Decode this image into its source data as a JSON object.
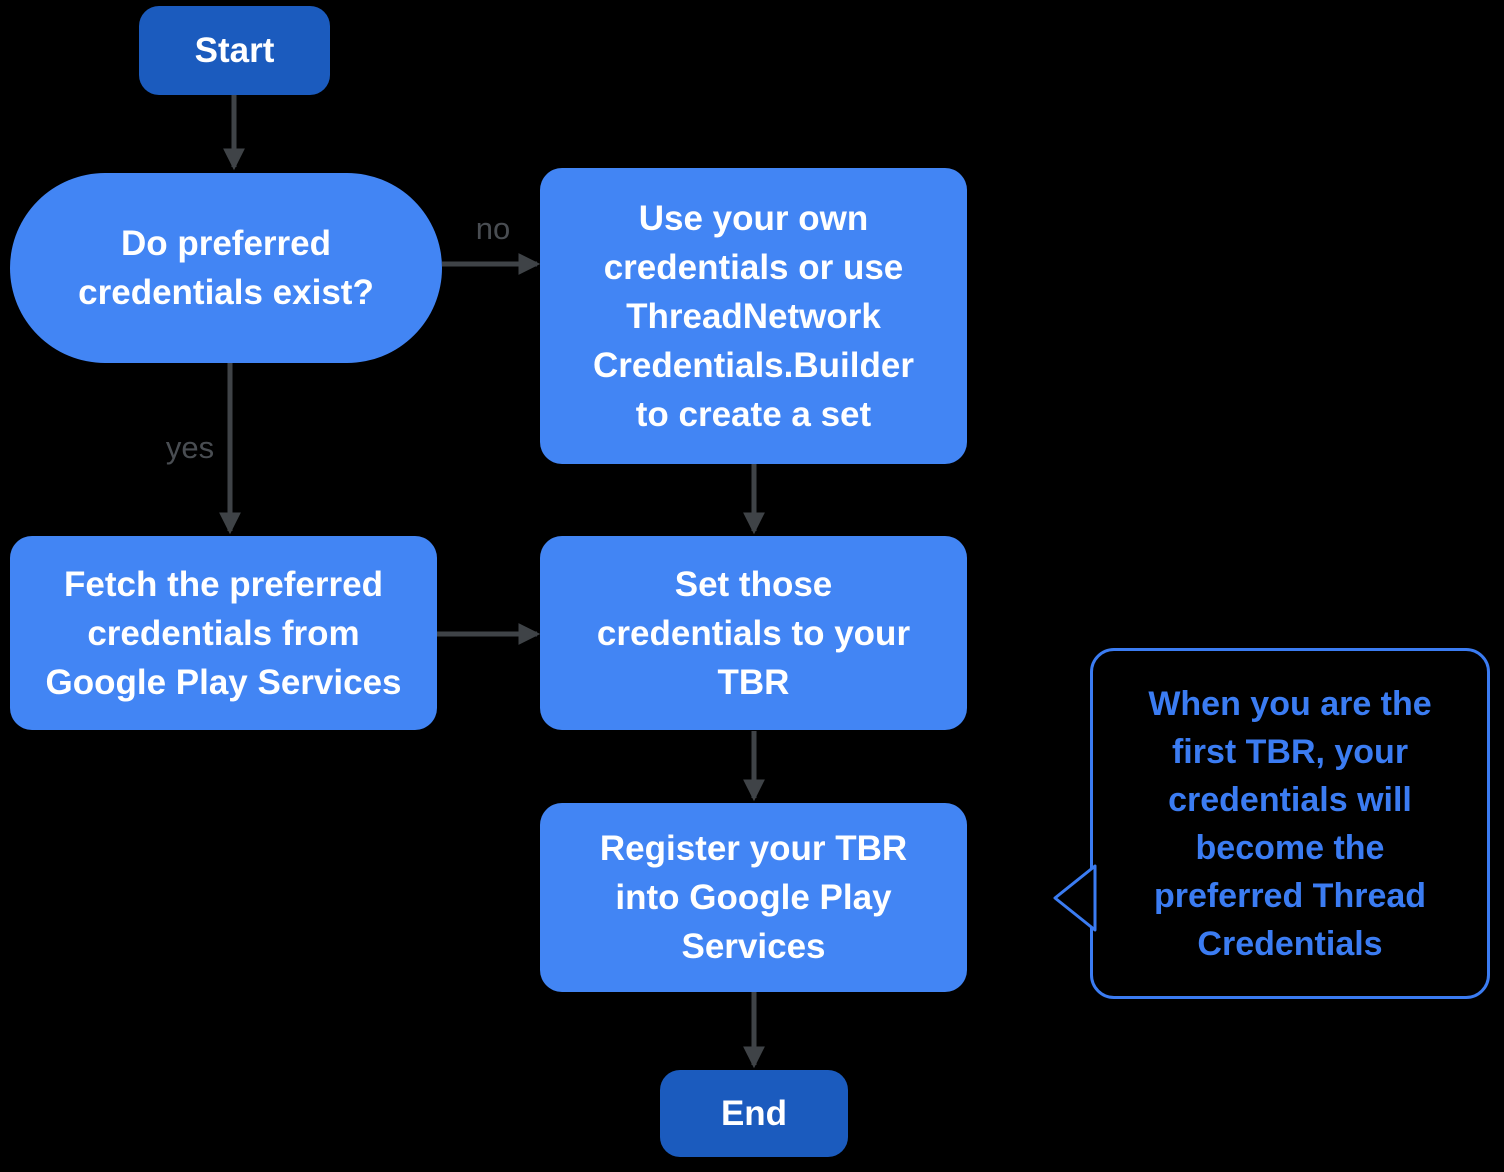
{
  "diagram": {
    "colors": {
      "background": "#000000",
      "terminal_fill": "#1b5bbe",
      "process_fill": "#4285f4",
      "node_text": "#ffffff",
      "arrow_color": "#3f4347",
      "edge_label_color": "#494d52",
      "callout_accent": "#3b7cf2"
    },
    "nodes": {
      "start": {
        "lines": [
          "Start"
        ]
      },
      "decision": {
        "lines": [
          "Do preferred",
          "credentials exist?"
        ]
      },
      "use_own_credentials": {
        "lines": [
          "Use your own",
          "credentials or use",
          "ThreadNetwork",
          "Credentials.Builder",
          "to create a set"
        ]
      },
      "fetch_preferred": {
        "lines": [
          "Fetch the preferred",
          "credentials from",
          "Google Play Services"
        ]
      },
      "set_credentials": {
        "lines": [
          "Set those",
          "credentials to your",
          "TBR"
        ]
      },
      "register_tbr": {
        "lines": [
          "Register your TBR",
          "into Google Play",
          "Services"
        ]
      },
      "end": {
        "lines": [
          "End"
        ]
      }
    },
    "edge_labels": {
      "no": "no",
      "yes": "yes"
    },
    "callout": {
      "lines": [
        "When you are the",
        "first TBR, your",
        "credentials will",
        "become the",
        "preferred Thread",
        "Credentials"
      ]
    }
  }
}
